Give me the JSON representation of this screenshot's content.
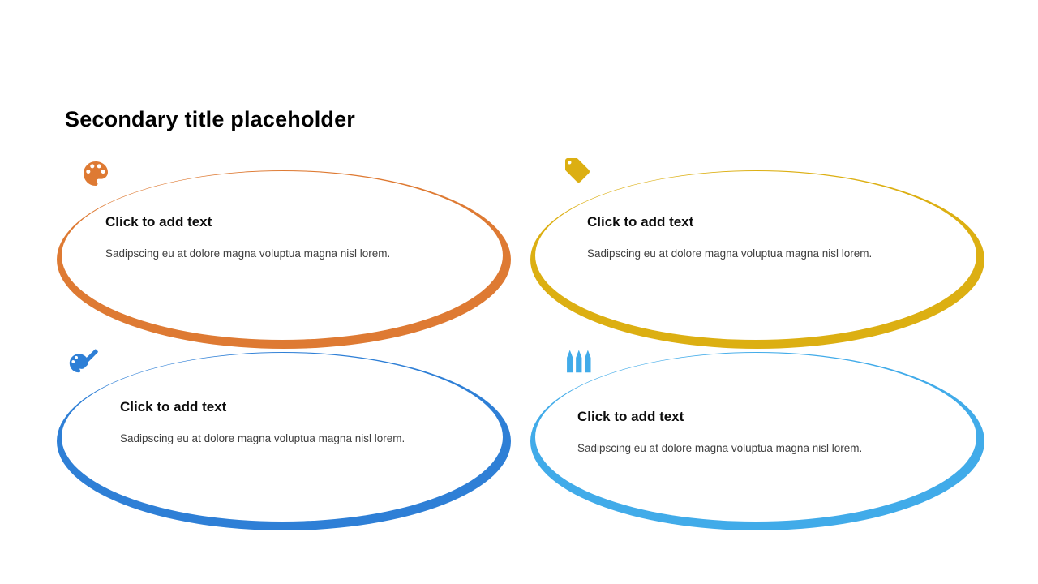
{
  "slide": {
    "title": "Secondary title placeholder"
  },
  "cards": [
    {
      "icon": "palette-icon",
      "color": "#DE7A33",
      "heading": "Click to add text",
      "body": "Sadipscing eu at dolore magna voluptua magna nisl lorem."
    },
    {
      "icon": "price-tag-icon",
      "color": "#DCAF12",
      "heading": "Click to add text",
      "body": "Sadipscing eu at dolore magna voluptua magna nisl lorem."
    },
    {
      "icon": "palette-brush-icon",
      "color": "#2E7FD6",
      "heading": "Click to add text",
      "body": "Sadipscing eu at dolore magna voluptua magna nisl lorem."
    },
    {
      "icon": "crayons-icon",
      "color": "#41ABE9",
      "heading": "Click to add text",
      "body": "Sadipscing eu at dolore magna voluptua magna nisl lorem."
    }
  ]
}
